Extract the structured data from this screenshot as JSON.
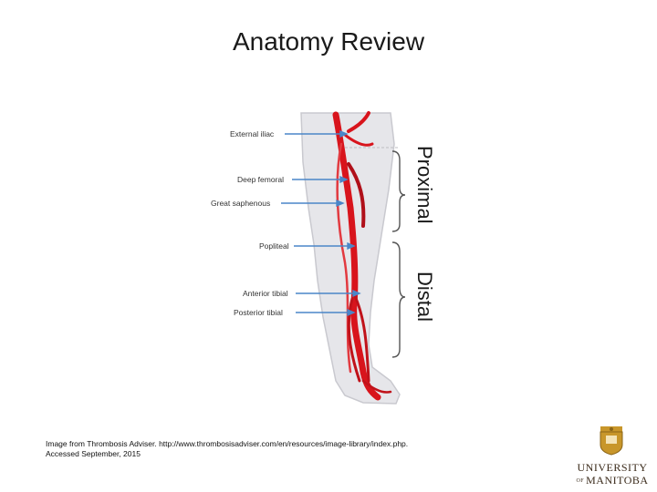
{
  "slide": {
    "title": "Anatomy Review"
  },
  "figure": {
    "labels": {
      "external_iliac": "External iliac",
      "deep_femoral": "Deep femoral",
      "great_saphenous": "Great saphenous",
      "popliteal": "Popliteal",
      "anterior_tibial": "Anterior tibial",
      "posterior_tibial": "Posterior tibial"
    },
    "regions": {
      "proximal": "Proximal",
      "distal": "Distal"
    },
    "colors": {
      "vessel": "#d8141c",
      "arrow": "#4a86c8",
      "leg_fill": "#e6e6ea"
    }
  },
  "caption": {
    "line1": "Image from Thrombosis Adviser. http://www.thrombosisadviser.com/en/resources/image-library/index.php.",
    "line2": "Accessed September, 2015"
  },
  "logo": {
    "line1": "UNIVERSITY",
    "line2_prefix": "OF",
    "line2": "MANITOBA",
    "colors": {
      "crest": "#c8962a",
      "text": "#3a2a1a"
    }
  }
}
